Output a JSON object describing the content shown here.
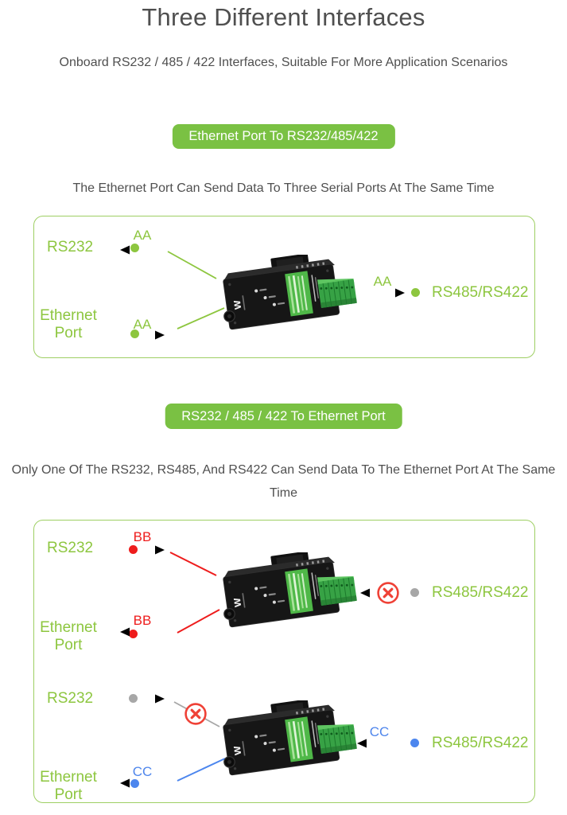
{
  "page": {
    "title": "Three Different Interfaces",
    "subtitle": "Onboard RS232 / 485 / 422 Interfaces, Suitable For More Application Scenarios"
  },
  "colors": {
    "accent_green": "#8dc63f",
    "badge_green": "#7ac143",
    "box_border_green": "#9ecf63",
    "alert_red": "#ee1c1c",
    "blocked_red": "#ef4136",
    "flow_blue": "#4f86ec",
    "inactive_gray": "#9e9e9e",
    "text_dark": "#4f4f4f"
  },
  "icons": {
    "blocked": "red-crossed-circle",
    "node_dot": "filled-circle",
    "flow_arrow": "straight-arrow",
    "device": "black-serial-server-with-green-terminal-block"
  },
  "sections": {
    "ethernet_to_serial": {
      "badge": "Ethernet Port To RS232/485/422",
      "description": "The Ethernet Port Can Send Data To Three Serial Ports At The Same Time",
      "nodes": {
        "rs232": "RS232",
        "ethernet_line1": "Ethernet",
        "ethernet_line2": "Port",
        "rs485": "RS485/RS422"
      },
      "flows": {
        "device_to_rs232": "AA",
        "ethernet_to_device": "AA",
        "device_to_rs485": "AA"
      }
    },
    "serial_to_ethernet": {
      "badge": "RS232 / 485 / 422 To Ethernet Port",
      "description": "Only One Of The RS232, RS485, And RS422 Can Send Data To The Ethernet Port At The Same Time",
      "scenario_rs232_active": {
        "nodes": {
          "rs232": "RS232",
          "ethernet_line1": "Ethernet",
          "ethernet_line2": "Port",
          "rs485": "RS485/RS422"
        },
        "flows": {
          "rs232_to_device": "BB",
          "device_to_ethernet": "BB"
        }
      },
      "scenario_rs485_active": {
        "nodes": {
          "rs232": "RS232",
          "ethernet_line1": "Ethernet",
          "ethernet_line2": "Port",
          "rs485": "RS485/RS422"
        },
        "flows": {
          "rs485_to_device": "CC",
          "device_to_ethernet": "CC"
        }
      }
    }
  }
}
